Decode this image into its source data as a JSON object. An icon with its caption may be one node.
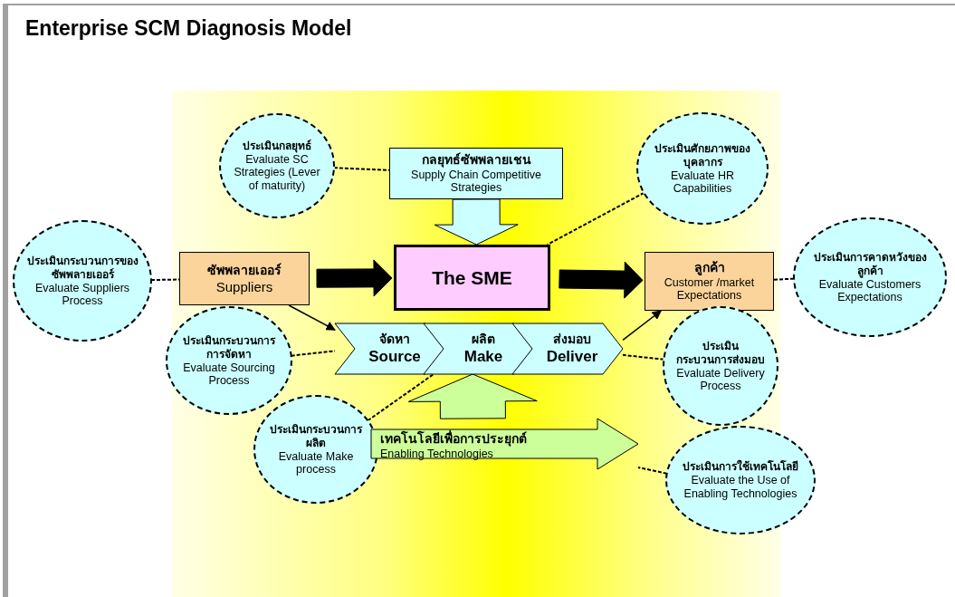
{
  "diagram": {
    "title": "Enterprise SCM Diagnosis Model",
    "nodes": [
      {
        "text": [
          "ประเมินกลยุทธ์",
          "Evaluate SC Strategies (Lever of maturity)"
        ]
      },
      {
        "text": [
          "กลยุทธ์ซัพพลายเชน",
          "Supply Chain Competitive Strategies"
        ]
      },
      {
        "text": [
          "ประเมินศักยภาพของบุคลากร",
          "Evaluate HR Capabilities"
        ]
      },
      {
        "text": [
          "ประเมินกระบวนการของซัพพลายเออร์",
          "Evaluate Suppliers Process"
        ]
      },
      {
        "text": [
          "ซัพพลายเออร์",
          "Suppliers"
        ]
      },
      {
        "text": [
          "The SME"
        ]
      },
      {
        "text": [
          "ลูกค้า",
          "Customer /market Expectations"
        ]
      },
      {
        "text": [
          "ประเมินการคาดหวังของลูกค้า",
          "Evaluate Customers Expectations"
        ]
      },
      {
        "text": [
          "ประเมินกระบวนการการจัดหา",
          "Evaluate Sourcing Process"
        ]
      },
      {
        "text": [
          "จัดหา",
          "Source"
        ]
      },
      {
        "text": [
          "ผลิต",
          "Make"
        ]
      },
      {
        "text": [
          "ส่งมอบ",
          "Deliver"
        ]
      },
      {
        "text": [
          "ประเมินกระบวนการผลิต",
          "Evaluate Make process"
        ]
      },
      {
        "text": [
          "ประเมินกระบวนการส่งมอบ",
          "Evaluate Delivery Process"
        ]
      },
      {
        "text": [
          "เทคโนโลยีเพื่อการประยุกต์",
          "Enabling Technologies"
        ]
      },
      {
        "text": [
          "ประเมินการใช้เทคโนโลยี",
          "Evaluate the Use of Enabling Technologies"
        ]
      }
    ],
    "edges": [
      {
        "from": 1,
        "to": 5,
        "arrow": "to",
        "style": "thick",
        "color": "#ccffff"
      },
      {
        "from": 4,
        "to": 5,
        "arrow": "to",
        "style": "thick"
      },
      {
        "from": 5,
        "to": 6,
        "arrow": "to",
        "style": "thick"
      },
      {
        "from": 14,
        "to": 10,
        "arrow": "to",
        "style": "thick",
        "color": "#ccff99"
      },
      {
        "from": 4,
        "to": 9,
        "arrow": "to"
      },
      {
        "from": 11,
        "to": 6,
        "arrow": "to"
      },
      {
        "from": 0,
        "to": 1,
        "arrow": "none",
        "style": "dashed"
      },
      {
        "from": 2,
        "to": 5,
        "arrow": "none",
        "style": "dashed"
      },
      {
        "from": 3,
        "to": 4,
        "arrow": "none",
        "style": "dashed"
      },
      {
        "from": 7,
        "to": 6,
        "arrow": "none",
        "style": "dashed"
      },
      {
        "from": 8,
        "to": 9,
        "arrow": "none",
        "style": "dashed"
      },
      {
        "from": 12,
        "to": 10,
        "arrow": "none",
        "style": "dashed"
      },
      {
        "from": 13,
        "to": 11,
        "arrow": "none",
        "style": "dashed"
      },
      {
        "from": 15,
        "to": 14,
        "arrow": "none",
        "style": "dashed"
      }
    ]
  }
}
